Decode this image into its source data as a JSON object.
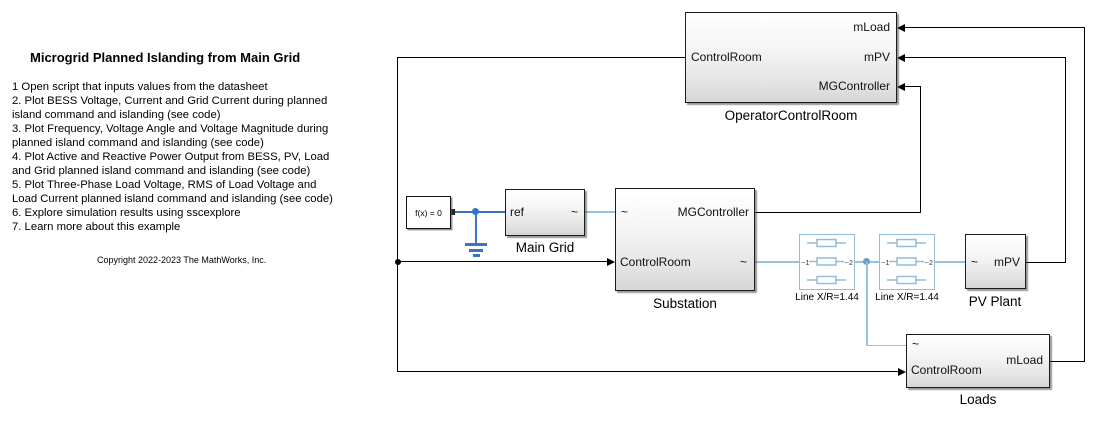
{
  "colors": {
    "signal_line": "#000000",
    "physical_line": "#97c1e0",
    "solver_line": "#3a72c4",
    "block_border": "#1c1c1c",
    "line_block_border": "#92bcd9"
  },
  "notes": {
    "title": "Microgrid Planned Islanding from Main Grid",
    "lines": [
      "1  Open script that inputs values from the datasheet",
      "2. Plot BESS Voltage, Current and Grid Current during planned",
      "island command and islanding (see code)",
      "3. Plot Frequency, Voltage Angle and Voltage Magnitude during",
      "planned island command and islanding (see code)",
      "4. Plot Active and Reactive  Power Output from BESS, PV, Load",
      "and Grid  planned island command and islanding (see code)",
      "5. Plot Three-Phase Load Voltage, RMS of Load Voltage  and",
      "Load Current planned island command and islanding (see code)",
      "6. Explore simulation results using sscexplore",
      "7. Learn more about this example"
    ],
    "copyright": "Copyright 2022-2023 The MathWorks, Inc."
  },
  "blocks": {
    "operator_control_room": {
      "label": "OperatorControlRoom",
      "port_controlroom": "ControlRoom",
      "port_mload": "mLoad",
      "port_mpv": "mPV",
      "port_mgcontroller": "MGController"
    },
    "solver": {
      "label": "f(x) = 0"
    },
    "main_grid": {
      "label": "Main Grid",
      "port_ref": "ref",
      "port_elec": "~"
    },
    "substation": {
      "label": "Substation",
      "port_elec_in": "~",
      "port_mgcontroller": "MGController",
      "port_controlroom": "ControlRoom",
      "port_elec_out": "~"
    },
    "line1": {
      "label": "Line X/R=1.44",
      "port_1": "~1",
      "port_2": "~2"
    },
    "line2": {
      "label": "Line X/R=1.44",
      "port_1": "~1",
      "port_2": "~2"
    },
    "pv_plant": {
      "label": "PV Plant",
      "port_elec": "~",
      "port_mpv": "mPV"
    },
    "loads": {
      "label": "Loads",
      "port_elec": "~",
      "port_controlroom": "ControlRoom",
      "port_mload": "mLoad"
    }
  }
}
